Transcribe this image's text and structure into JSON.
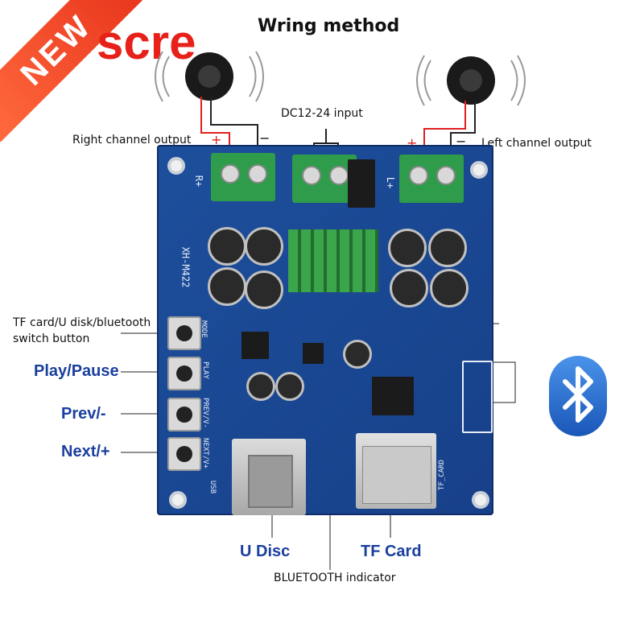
{
  "title": "Wring method",
  "banner": {
    "badge": "NEW",
    "overlay_text": "scre"
  },
  "labels": {
    "dc_input": "DC12-24 input",
    "right_output": "Right channel output",
    "left_output": "Left channel output",
    "tf_switch_line1": "TF card/U disk/bluetooth",
    "tf_switch_line2": "switch button",
    "play_pause": "Play/Pause",
    "prev": "Prev/-",
    "next": "Next/+",
    "u_disc": "U Disc",
    "tf_card": "TF Card",
    "bt_indicator": "BLUETOOTH indicator"
  },
  "polarity": {
    "plus": "+",
    "minus": "−"
  },
  "board": {
    "model": "XH-M422",
    "silk_mode": "MODE",
    "silk_play": "PLAY",
    "silk_prev": "PREV/V-",
    "silk_next": "NEXT/V+",
    "silk_usb": "USB",
    "silk_tfcard": "TF_CARD",
    "silk_rplus": "R+",
    "silk_lplus": "L+"
  },
  "icons": [
    "speaker-icon",
    "bluetooth-icon"
  ],
  "colors": {
    "board": "#1d4f9c",
    "label_blue": "#1a3f9e",
    "wire_red": "#e02020",
    "terminal_green": "#2e9c4a",
    "bluetooth": "#1f6fd6"
  }
}
